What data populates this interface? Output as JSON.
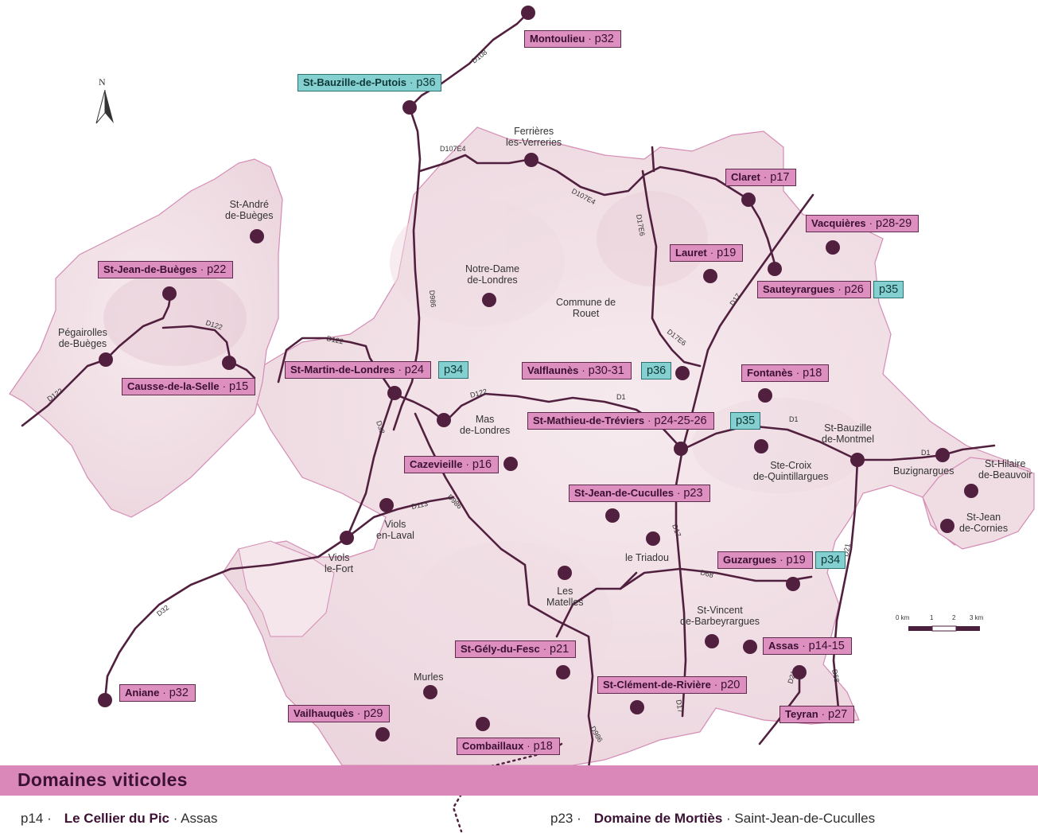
{
  "colors": {
    "commune_fill": "#f2e1e6",
    "commune_edge": "#d48cb4",
    "road": "#52203f",
    "marker": "#52203f",
    "pink_tag": "#dd8fbf",
    "teal_tag": "#84cfcf",
    "legend_bar": "#d988b9"
  },
  "compass": {
    "letter": "N"
  },
  "scale": {
    "labels": [
      "0 km",
      "1",
      "2",
      "3 km"
    ]
  },
  "roads": [
    "D108",
    "D107E4",
    "D107E4",
    "D17E6",
    "D17E6",
    "D986",
    "D17",
    "D122",
    "D122",
    "D122",
    "D122",
    "D32",
    "D113",
    "D986",
    "D1",
    "D1",
    "D1",
    "D17",
    "D68",
    "D21",
    "D32",
    "D21",
    "D68",
    "D17",
    "D986"
  ],
  "places": [
    "Ferrières\nles-Verreries",
    "St-André\nde-Buèges",
    "Notre-Dame\nde-Londres",
    "Commune de\nRouet",
    "Pégairolles\nde-Buèges",
    "Mas\nde-Londres",
    "St-Bauzille\nde-Montmel",
    "Ste-Croix\nde-Quintillargues",
    "Buzignargues",
    "St-Hilaire\nde-Beauvoir",
    "St-Jean\nde-Cornies",
    "Viols\nen-Laval",
    "Viols\nle-Fort",
    "le Triadou",
    "Les\nMatelles",
    "St-Vincent\nde-Barbeyrargues",
    "Murles"
  ],
  "tags": [
    {
      "name": "Montoulieu",
      "page": "p32"
    },
    {
      "name": "Claret",
      "page": "p17"
    },
    {
      "name": "Vacquières",
      "page": "p28-29"
    },
    {
      "name": "Lauret",
      "page": "p19"
    },
    {
      "name": "Sauteyrargues",
      "page": "p26",
      "extra": "p35"
    },
    {
      "name": "St-Jean-de-Buèges",
      "page": "p22"
    },
    {
      "name": "St-Martin-de-Londres",
      "page": "p24",
      "extra": "p34"
    },
    {
      "name": "Valflaunès",
      "page": "p30-31",
      "extra": "p36"
    },
    {
      "name": "Fontanès",
      "page": "p18"
    },
    {
      "name": "Causse-de-la-Selle",
      "page": "p15"
    },
    {
      "name": "St-Mathieu-de-Tréviers",
      "page": "p24-25-26",
      "extra": "p35"
    },
    {
      "name": "Cazevieille",
      "page": "p16"
    },
    {
      "name": "St-Jean-de-Cuculles",
      "page": "p23"
    },
    {
      "name": "Guzargues",
      "page": "p19",
      "extra": "p34"
    },
    {
      "name": "Assas",
      "page": "p14-15"
    },
    {
      "name": "St-Gély-du-Fesc",
      "page": "p21"
    },
    {
      "name": "St-Clément-de-Rivière",
      "page": "p20"
    },
    {
      "name": "Aniane",
      "page": "p32"
    },
    {
      "name": "Vailhauquès",
      "page": "p29"
    },
    {
      "name": "Teyran",
      "page": "p27"
    },
    {
      "name": "Combaillaux",
      "page": "p18"
    }
  ],
  "teal_tag": {
    "name": "St-Bauzille-de-Putois",
    "page": "p36"
  },
  "legend": {
    "title": "Domaines viticoles",
    "entries": [
      {
        "page": "p14 ·",
        "name": "Le Cellier du Pic",
        "place": " · Assas"
      },
      {
        "page": "p23 ·",
        "name": "Domaine de Mortiès",
        "place": " · Saint-Jean-de-Cuculles"
      }
    ]
  }
}
